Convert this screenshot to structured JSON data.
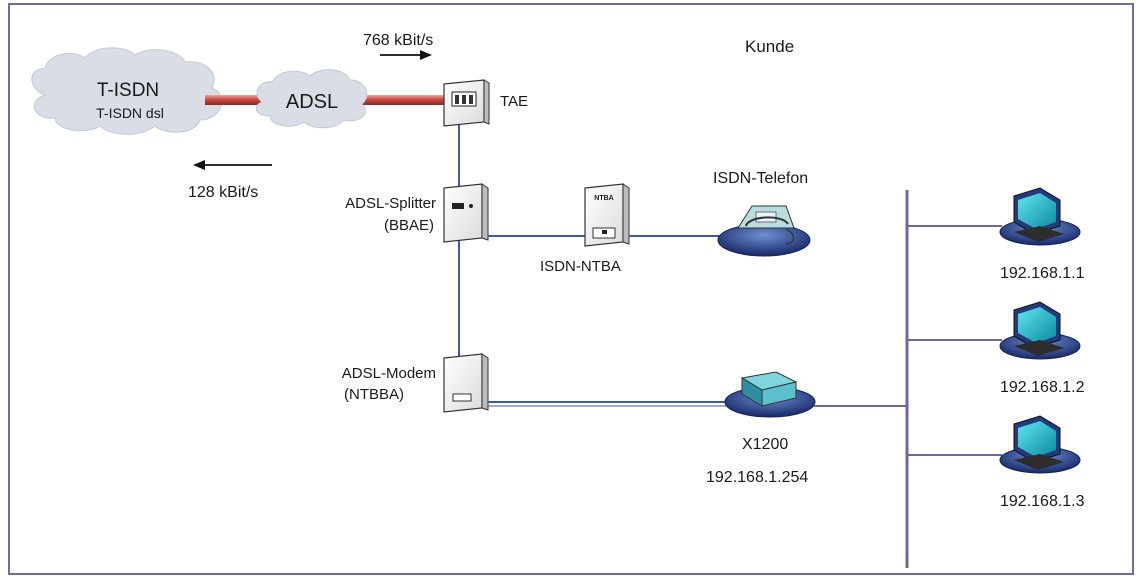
{
  "labels": {
    "kunde": "Kunde",
    "downstream": "768 kBit/s",
    "upstream": "128 kBit/s",
    "cloud_tisdn_title": "T-ISDN",
    "cloud_tisdn_sub": "T-ISDN dsl",
    "cloud_adsl": "ADSL",
    "tae": "TAE",
    "splitter_line1": "ADSL-Splitter",
    "splitter_line2": "(BBAE)",
    "ntba_box": "NTBA",
    "ntba_label": "ISDN-NTBA",
    "telefon": "ISDN-Telefon",
    "modem_line1": "ADSL-Modem",
    "modem_line2": "(NTBBA)",
    "router_name": "X1200",
    "router_ip": "192.168.1.254",
    "pc1_ip": "192.168.1.1",
    "pc2_ip": "192.168.1.2",
    "pc3_ip": "192.168.1.3"
  },
  "colors": {
    "frame": "#6d6d9e",
    "line": "#3d5ba8",
    "cable_red": "#c8423a",
    "cloud": "#d9dde6",
    "lan": "#6a6a9a"
  },
  "icons": [
    "cloud-shape",
    "tae-socket-icon",
    "splitter-box-icon",
    "ntba-box-icon",
    "telephone-icon",
    "modem-box-icon",
    "router-icon",
    "computer-icon"
  ]
}
